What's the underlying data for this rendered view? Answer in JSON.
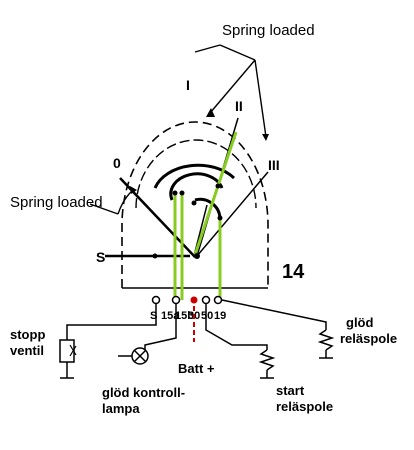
{
  "labels": {
    "spring_loaded_top": "Spring loaded",
    "spring_loaded_left": "Spring loaded",
    "pos_0": "0",
    "pos_I": "I",
    "pos_II": "II",
    "pos_III": "III",
    "pos_S": "S",
    "number_14": "14",
    "batt": "Batt +",
    "stopp": "stopp",
    "ventil": "ventil",
    "glod_rele_1": "glöd",
    "glod_rele_2": "reläspole",
    "glod_kontroll_1": "glöd kontroll-",
    "glod_kontroll_2": "lampa",
    "start_1": "start",
    "start_2": "reläspole"
  },
  "terminals": [
    "S",
    "15a",
    "15b",
    "30",
    "50",
    "19"
  ],
  "colors": {
    "line": "#000000",
    "accent_green": "#88cc22",
    "batt_red": "#cc0000"
  }
}
